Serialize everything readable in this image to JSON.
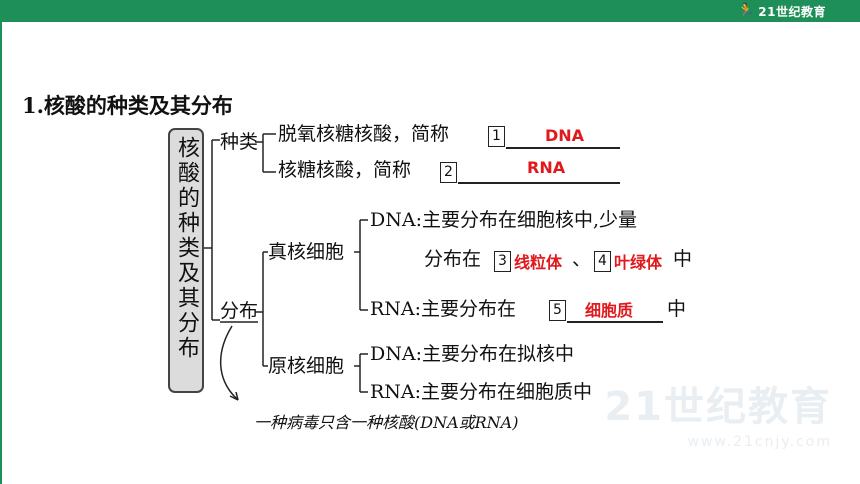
{
  "logo_text": "21世纪教育",
  "heading": "1.核酸的种类及其分布",
  "root_label": "核酸的种类及其分布",
  "kinds": {
    "label": "种类",
    "item1_text": "脱氧核糖核酸，简称",
    "item1_num": "1",
    "item1_answer": "DNA",
    "item2_text": "核糖核酸，简称",
    "item2_num": "2",
    "item2_answer": "RNA"
  },
  "distribution": {
    "label": "分布",
    "eukaryote": {
      "label": "真核细胞",
      "dna_line1": "DNA:主要分布在细胞核中,少量",
      "dna_line2_prefix": "分布在",
      "num3": "3",
      "ans3": "线粒体",
      "sep": "、",
      "num4": "4",
      "ans4": "叶绿体",
      "dna_line2_suffix": "中",
      "rna_prefix": "RNA:主要分布在",
      "num5": "5",
      "ans5": "细胞质",
      "rna_suffix": "中"
    },
    "prokaryote": {
      "label": "原核细胞",
      "dna": "DNA:主要分布在拟核中",
      "rna": "RNA:主要分布在细胞质中"
    }
  },
  "virus_note": "一种病毒只含一种核酸(DNA或RNA)"
}
